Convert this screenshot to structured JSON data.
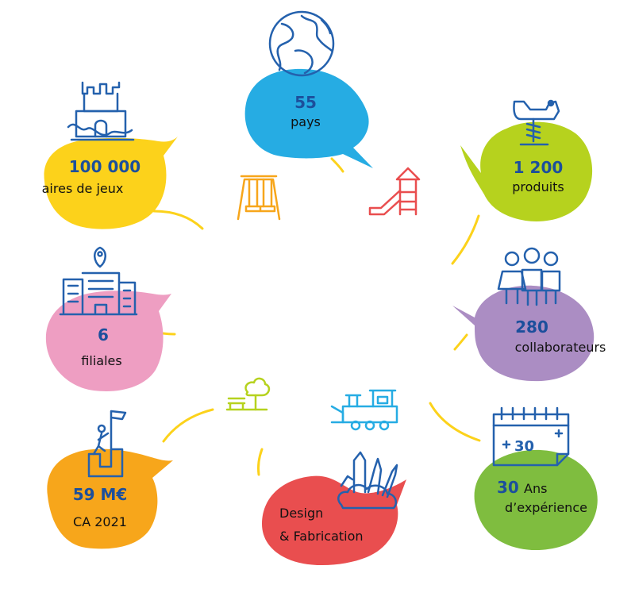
{
  "colors": {
    "blue": "#26ace3",
    "lime": "#b6d21e",
    "purple": "#ab8dc3",
    "green": "#7fbd3f",
    "red": "#e94e4f",
    "orange": "#f7a61b",
    "pink": "#ee9ec2",
    "yellow": "#fcd21b",
    "icon_blue": "#2461ad",
    "number_blue": "#1c4f9c"
  },
  "stats": {
    "countries": {
      "value": "55",
      "label": "pays",
      "icon": "globe-icon"
    },
    "products": {
      "value": "1 200",
      "label": "produits",
      "icon": "spring-rider-icon"
    },
    "staff": {
      "value": "280",
      "label": "collaborateurs",
      "icon": "people-icon"
    },
    "experience": {
      "value": "30",
      "label": "Ans d’expérience",
      "label_line1": "Ans",
      "label_line2": "d’expérience",
      "icon": "calendar-30-icon"
    },
    "design": {
      "label_line1": "Design",
      "label_line2": "& Fabrication",
      "icon": "design-tools-icon"
    },
    "revenue": {
      "value": "59 M€",
      "label": "CA 2021",
      "icon": "climber-podium-icon"
    },
    "subsidiaries": {
      "value": "6",
      "label": "filiales",
      "icon": "office-location-icon"
    },
    "playgrounds": {
      "value": "100 000",
      "label": "aires de jeux",
      "icon": "sandcastle-icon"
    }
  },
  "decor_icons": [
    "swing-icon",
    "slide-tower-icon",
    "toy-train-icon",
    "park-bench-tree-icon"
  ]
}
